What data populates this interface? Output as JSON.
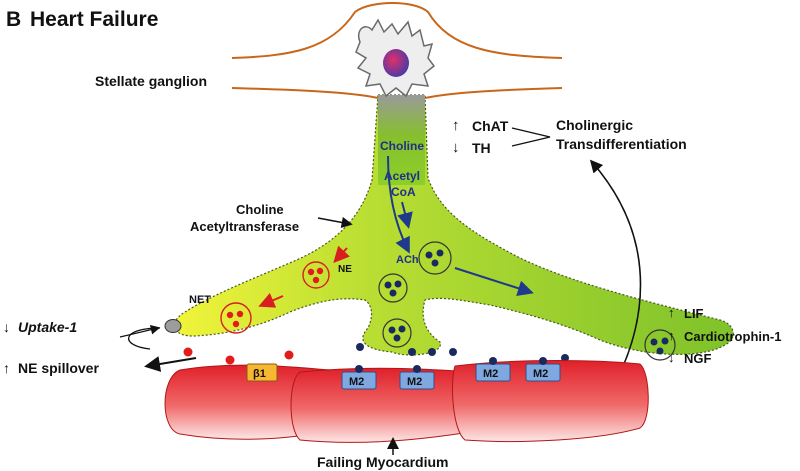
{
  "panel": {
    "letter": "B",
    "title": "Heart Failure"
  },
  "labels": {
    "stellate_ganglion": "Stellate ganglion",
    "chat": "ChAT",
    "th": "TH",
    "cholinergic_1": "Cholinergic",
    "cholinergic_2": "Transdifferentiation",
    "choline_enzyme_1": "Choline",
    "choline_enzyme_2": "Acetyltransferase",
    "choline": "Choline",
    "acetyl": "Acetyl",
    "coa": "CoA",
    "ach": "ACh",
    "ne": "NE",
    "net": "NET",
    "uptake": "Uptake-1",
    "ne_spillover": "NE spillover",
    "lif": "LIF",
    "cardiotrophin": "Cardiotrophin-1",
    "ngf": "NGF",
    "beta1": "β1",
    "m2": "M2",
    "failing_myocardium": "Failing Myocardium"
  },
  "arrows": {
    "up": "↑",
    "down": "↓"
  },
  "colors": {
    "nerve_edge": "#c8661a",
    "neuron_green": "#8ccf2a",
    "neuron_yellow": "#e8f23c",
    "myocardium_red": "#e0202a",
    "receptor_blue": "#7fa7e0",
    "beta_orange": "#f7b733",
    "dot_red": "#e21b1b",
    "dot_navy": "#1a2a5e"
  }
}
